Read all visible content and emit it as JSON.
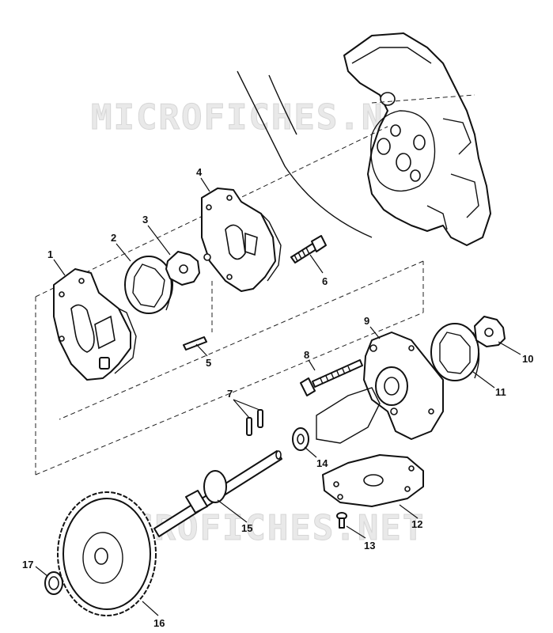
{
  "watermarks": {
    "top": "MICROFICHES.NET",
    "bottom": "MICROFICHES.NET"
  },
  "callouts": [
    "1",
    "2",
    "3",
    "4",
    "5",
    "6",
    "7",
    "8",
    "9",
    "10",
    "11",
    "12",
    "13",
    "14",
    "15",
    "16",
    "17"
  ]
}
